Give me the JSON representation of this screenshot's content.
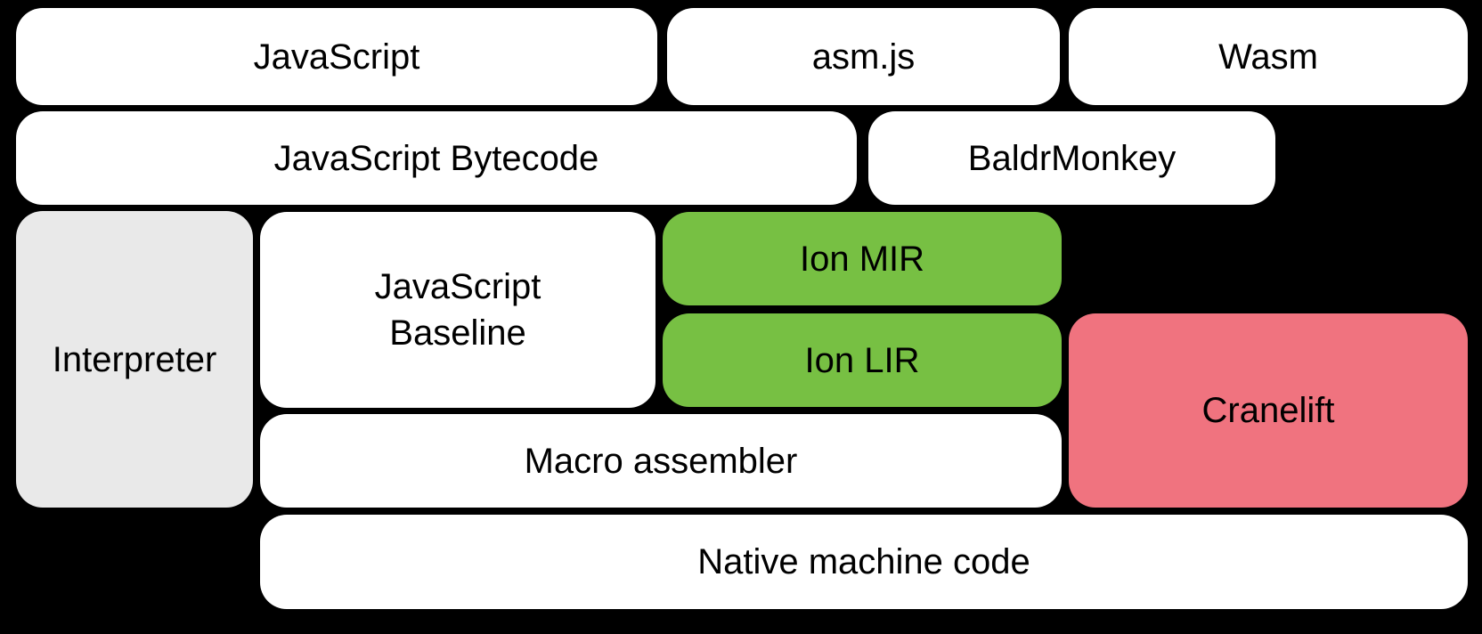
{
  "diagram": {
    "title": "SpiderMonkey compilation pipeline diagram",
    "background_color": "#000000",
    "colors": {
      "default_box": "#FFFFFF",
      "interpreter_gray": "#E9E9E9",
      "ion_green": "#77C043",
      "cranelift_pink": "#F0737F",
      "text": "#000000"
    },
    "boxes": {
      "javascript": {
        "label": "JavaScript"
      },
      "asmjs": {
        "label": "asm.js"
      },
      "wasm": {
        "label": "Wasm"
      },
      "js_bytecode": {
        "label": "JavaScript Bytecode"
      },
      "baldrmonkey": {
        "label": "BaldrMonkey"
      },
      "interpreter": {
        "label": "Interpreter"
      },
      "js_baseline": {
        "label": "JavaScript\nBaseline"
      },
      "ion_mir": {
        "label": "Ion MIR"
      },
      "ion_lir": {
        "label": "Ion LIR"
      },
      "cranelift": {
        "label": "Cranelift"
      },
      "macro_assembler": {
        "label": "Macro assembler"
      },
      "native_machine": {
        "label": "Native machine code"
      }
    }
  }
}
